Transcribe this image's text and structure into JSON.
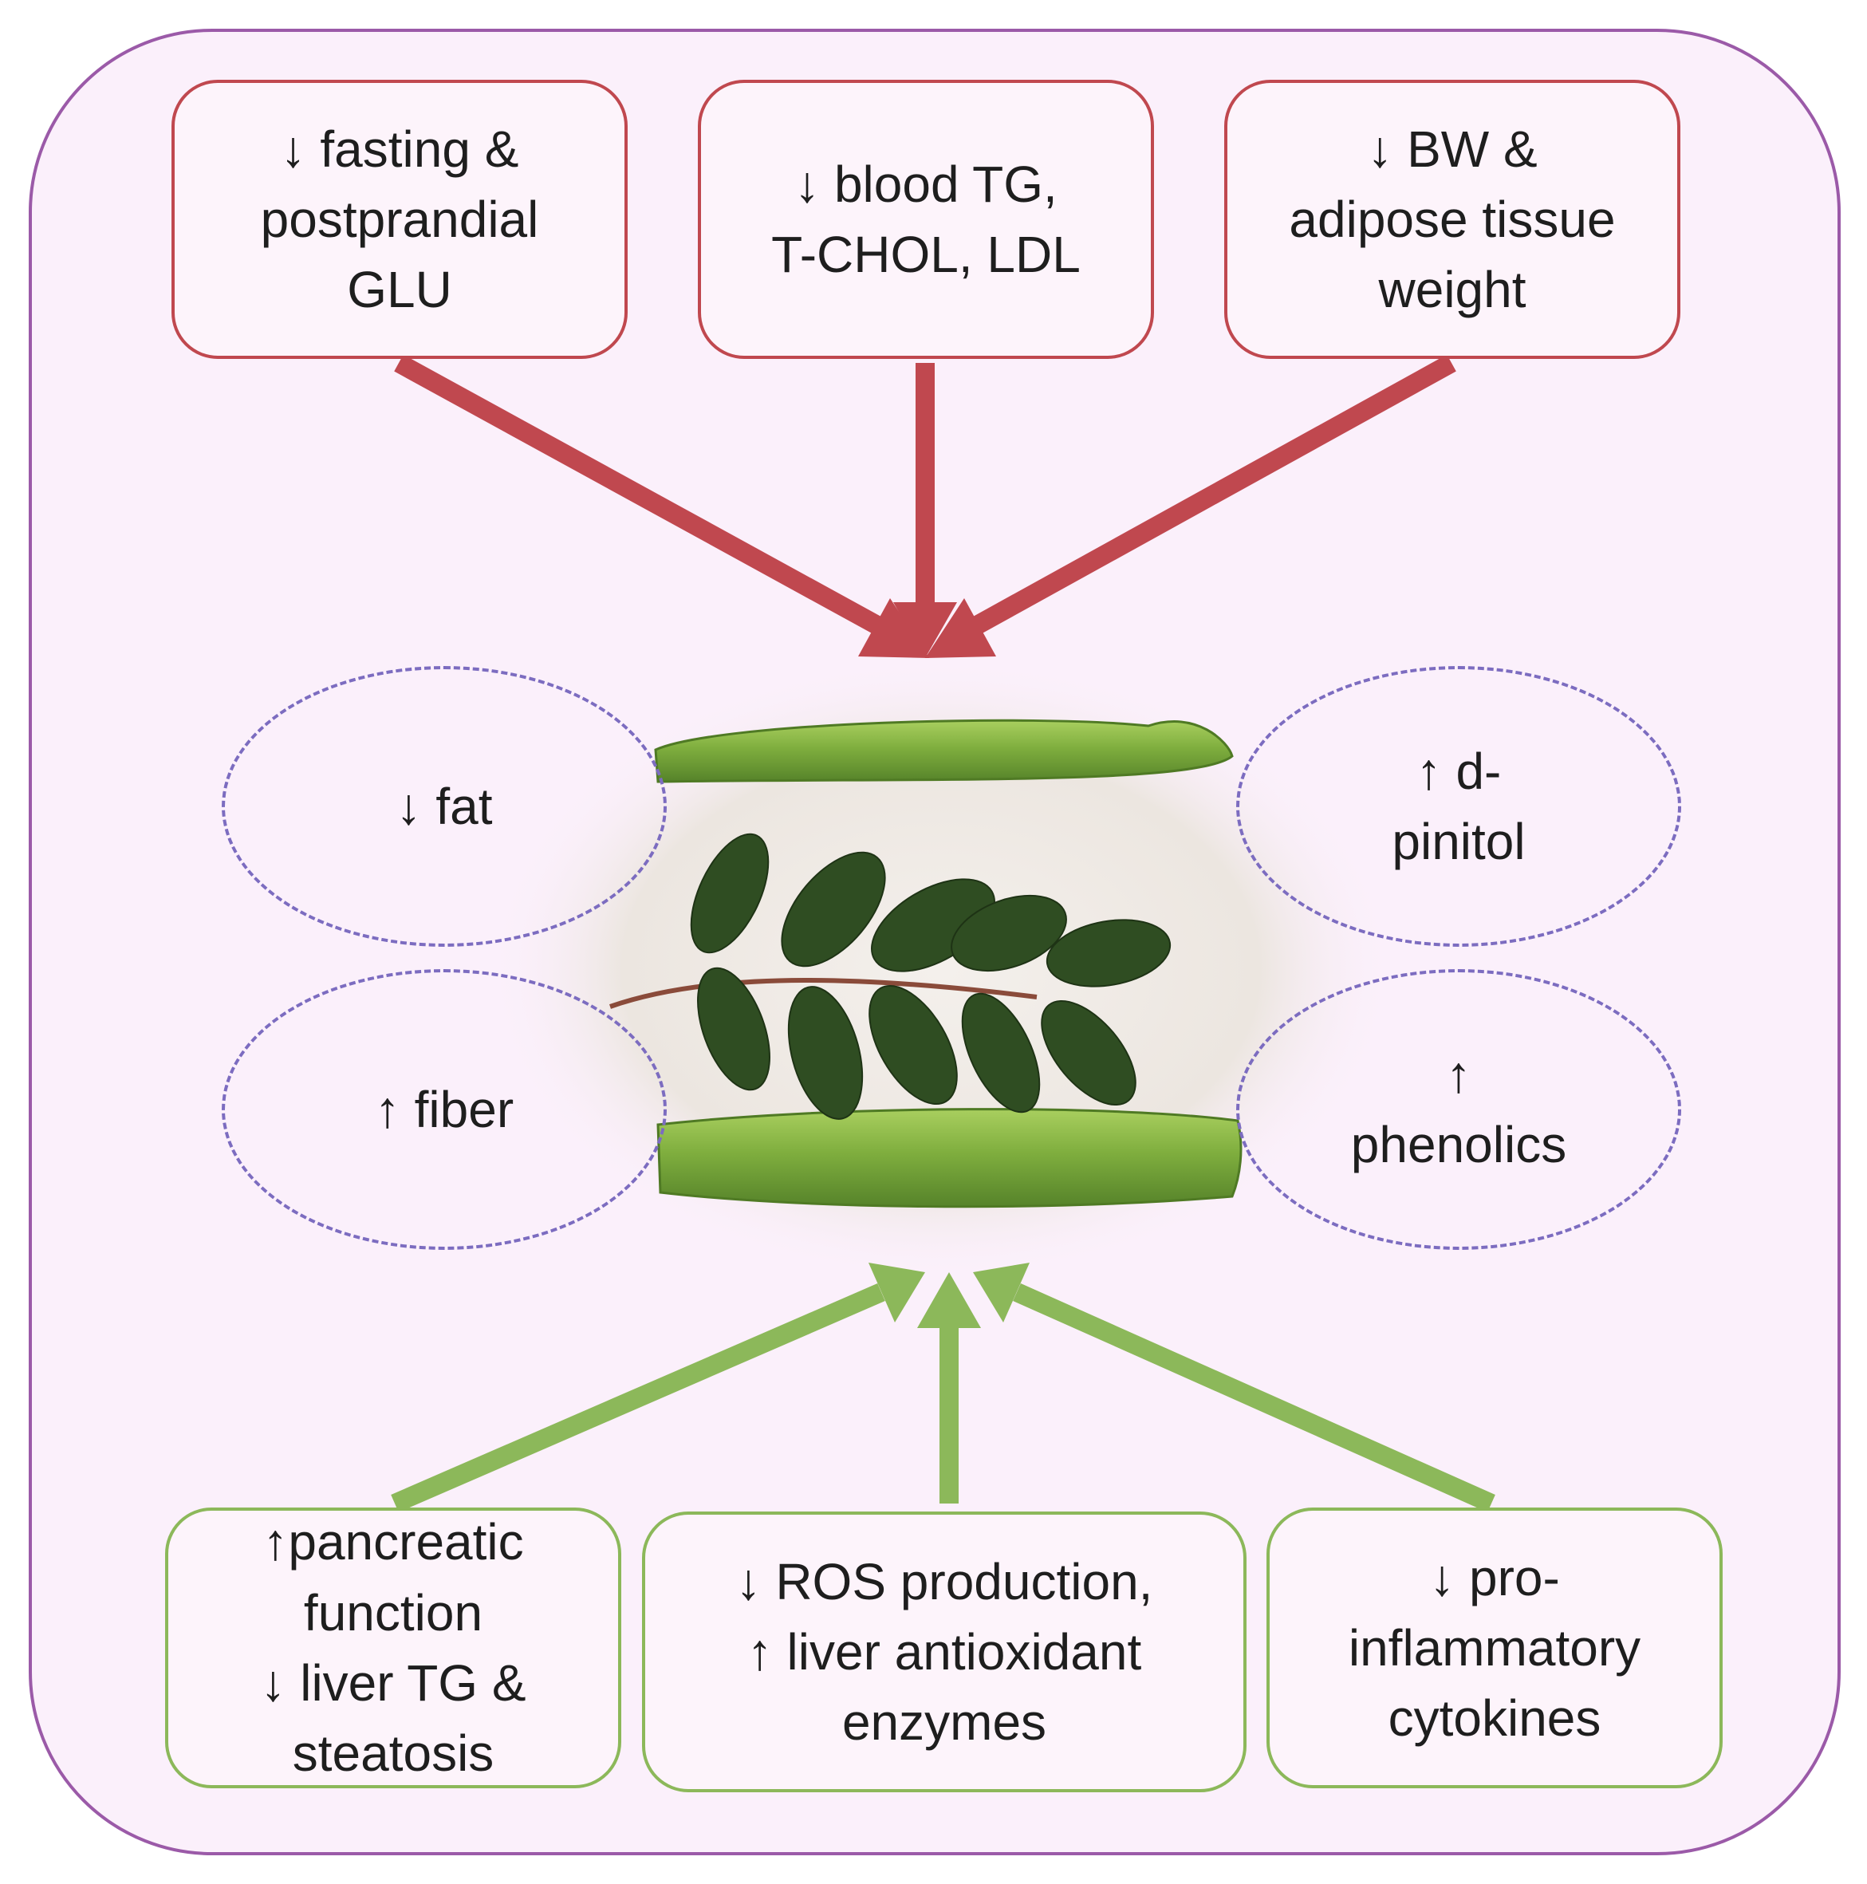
{
  "colors": {
    "frame_border": "#9b5aa8",
    "frame_fill": "#fbf0fb",
    "red_arrow": "#c0484f",
    "green_arrow": "#8cb85a",
    "oval_dash": "#7c6cc0",
    "pod_green": "#7fae3e",
    "leaf_green": "#2f4d22"
  },
  "top_boxes": [
    {
      "lines": [
        "↓ fasting &",
        "postprandial",
        "GLU"
      ]
    },
    {
      "lines": [
        "↓ blood TG,",
        "T-CHOL, LDL"
      ]
    },
    {
      "lines": [
        "↓ BW &",
        "adipose tissue",
        "weight"
      ]
    }
  ],
  "ovals": [
    {
      "lines": [
        "↓ fat"
      ]
    },
    {
      "lines": [
        "↑ d-",
        "pinitol"
      ]
    },
    {
      "lines": [
        "↑ fiber"
      ]
    },
    {
      "lines": [
        "↑",
        "phenolics"
      ]
    }
  ],
  "bottom_boxes": [
    {
      "lines": [
        "↑pancreatic",
        "function",
        "↓ liver TG &",
        "steatosis"
      ]
    },
    {
      "lines": [
        "↓ ROS production,",
        "↑ liver antioxidant",
        "enzymes"
      ]
    },
    {
      "lines": [
        "↓ pro-",
        "inflammatory",
        "cytokines"
      ]
    }
  ],
  "center_image": {
    "icon": "carob-pods-and-leaves-icon"
  }
}
